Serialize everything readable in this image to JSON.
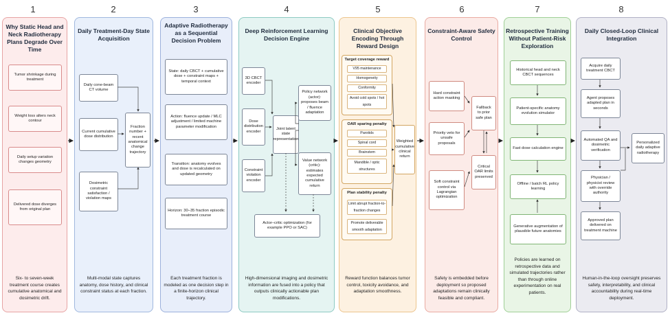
{
  "panels": [
    {
      "number": "1",
      "title": "Why Static Head and Neck Radiotherapy Plans Degrade Over Time",
      "boxes": [
        "Tumor shrinkage during treatment",
        "Weight loss alters neck contour",
        "Daily setup variation changes geometry",
        "Delivered dose diverges from original plan"
      ],
      "footer": "Six- to seven-week treatment course creates cumulative anatomical and dosimetric drift."
    },
    {
      "number": "2",
      "title": "Daily Treatment-Day State Acquisition",
      "boxes": [
        "Daily cone-beam CT volume",
        "Current cumulative dose distribution",
        "Dosimetric constraint satisfaction / violation maps",
        "Fraction number + recent anatomical change trajectory"
      ],
      "footer": "Multi-modal state captures anatomy, dose history, and clinical constraint status at each fraction."
    },
    {
      "number": "3",
      "title": "Adaptive Radiotherapy as a Sequential Decision Problem",
      "boxes": [
        "State: daily CBCT + cumulative dose + constraint maps + temporal context",
        "Action: fluence update / MLC adjustment / limited machine parameter modification",
        "Transition: anatomy evolves and dose is recalculated on updated geometry",
        "Horizon: 30–35 fraction episodic treatment course"
      ],
      "footer": "Each treatment fraction is modeled as one decision step in a finite-horizon clinical trajectory."
    },
    {
      "number": "4",
      "title": "Deep Reinforcement Learning Decision Engine",
      "boxes": [
        "3D CBCT encoder",
        "Dose distribution encoder",
        "Constraint violation encoder",
        "Joint latent state representation",
        "Policy network (actor): proposes beam / fluence adaptation",
        "Value network (critic): estimates expected cumulative return",
        "Actor–critic optimization (for example PPO or SAC)"
      ],
      "footer": "High-dimensional imaging and dosimetric information are fused into a policy that outputs clinically actionable plan modifications."
    },
    {
      "number": "5",
      "title": "Clinical Objective Encoding Through Reward Design",
      "groups": [
        {
          "title": "Target coverage reward",
          "items": [
            "V95 maintenance",
            "Homogeneity",
            "Conformity",
            "Avoid cold spots / hot spots"
          ]
        },
        {
          "title": "OAR sparing penalty",
          "items": [
            "Parotids",
            "Spinal cord",
            "Brainstem",
            "Mandible / optic structures"
          ]
        },
        {
          "title": "Plan stability penalty",
          "items": [
            "Limit abrupt fraction-to-fraction changes",
            "Promote deliverable smooth adaptation"
          ]
        }
      ],
      "boxes": [
        "Weighted cumulative clinical return"
      ],
      "footer": "Reward function balances tumor control, toxicity avoidance, and adaptation smoothness."
    },
    {
      "number": "6",
      "title": "Constraint-Aware Safety Control",
      "boxes": [
        "Hard constraint action masking",
        "Priority veto for unsafe proposals",
        "Soft constraint control via Lagrangian optimization",
        "Fallback to prior safe plan",
        "Critical OAR limits preserved"
      ],
      "footer": "Safety is embedded before deployment so proposed adaptations remain clinically feasible and compliant."
    },
    {
      "number": "7",
      "title": "Retrospective Training Without Patient-Risk Exploration",
      "boxes": [
        "Historical head and neck CBCT sequences",
        "Patient-specific anatomy evolution simulator",
        "Fast dose calculation engine",
        "Offline / batch RL policy learning",
        "Generative augmentation of plausible future anatomies"
      ],
      "footer": "Policies are learned on retrospective data and simulated trajectories rather than through online experimentation on real patients."
    },
    {
      "number": "8",
      "title": "Daily Closed-Loop Clinical Integration",
      "boxes": [
        "Acquire daily treatment CBCT",
        "Agent proposes adapted plan in seconds",
        "Automated QA and dosimetric verification",
        "Physician / physicist review with override authority",
        "Approved plan delivered on treatment machine",
        "Personalized daily adaptive radiotherapy"
      ],
      "footer": "Human-in-the-loop oversight preserves safety, interpretability, and clinical accountability during real-time deployment."
    }
  ]
}
